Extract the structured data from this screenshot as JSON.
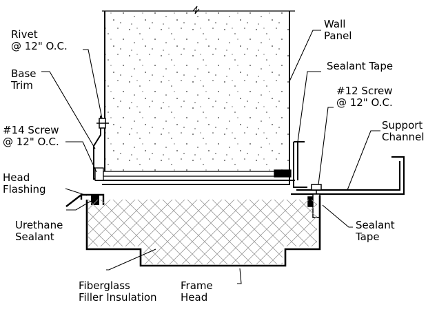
{
  "labels": {
    "rivet": [
      "Rivet",
      "@ 12\" O.C."
    ],
    "base_trim": [
      "Base",
      "Trim"
    ],
    "screw14": [
      "#14 Screw",
      "@ 12\" O.C."
    ],
    "head_flashing": [
      "Head",
      "Flashing"
    ],
    "urethane_sealant": [
      "Urethane",
      "Sealant"
    ],
    "fiberglass": [
      "Fiberglass",
      "Filler Insulation"
    ],
    "frame_head": [
      "Frame",
      "Head"
    ],
    "wall_panel": [
      "Wall",
      "Panel"
    ],
    "sealant_tape_top": [
      "Sealant Tape"
    ],
    "screw12": [
      "#12 Screw",
      "@ 12\" O.C."
    ],
    "support_channel": [
      "Support",
      "Channel"
    ],
    "sealant_tape_bottom": [
      "Sealant",
      "Tape"
    ]
  }
}
